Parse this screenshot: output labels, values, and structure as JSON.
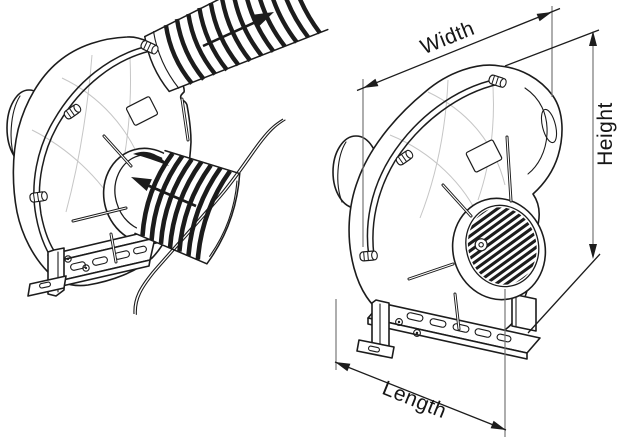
{
  "labels": {
    "width": "Width",
    "height": "Height",
    "length": "Length"
  },
  "colors": {
    "background": "#ffffff",
    "ink": "#1c1c1c",
    "guide": "#c6c6c6",
    "extension": "#777777"
  }
}
